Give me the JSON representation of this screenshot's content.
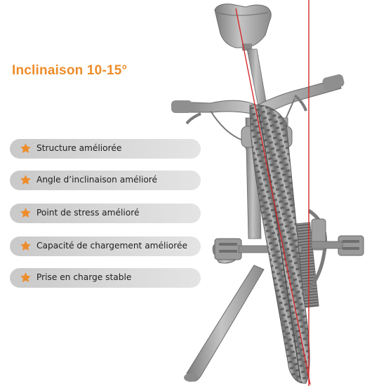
{
  "title": "Inclinaison 10-15°",
  "features": [
    "Structure améliorée",
    "Angle d’inclinaison amélioré",
    "Point de stress amélioré",
    "Capacité de chargement améliorée",
    "Prise en charge stable"
  ],
  "colors": {
    "accent": "#ee8c2a",
    "pill": "#d2d2d2",
    "bike": "#9a9a9a",
    "guide_lines": "#d42a2a"
  },
  "icons": [
    "star-icon",
    "bicycle-illustration"
  ]
}
